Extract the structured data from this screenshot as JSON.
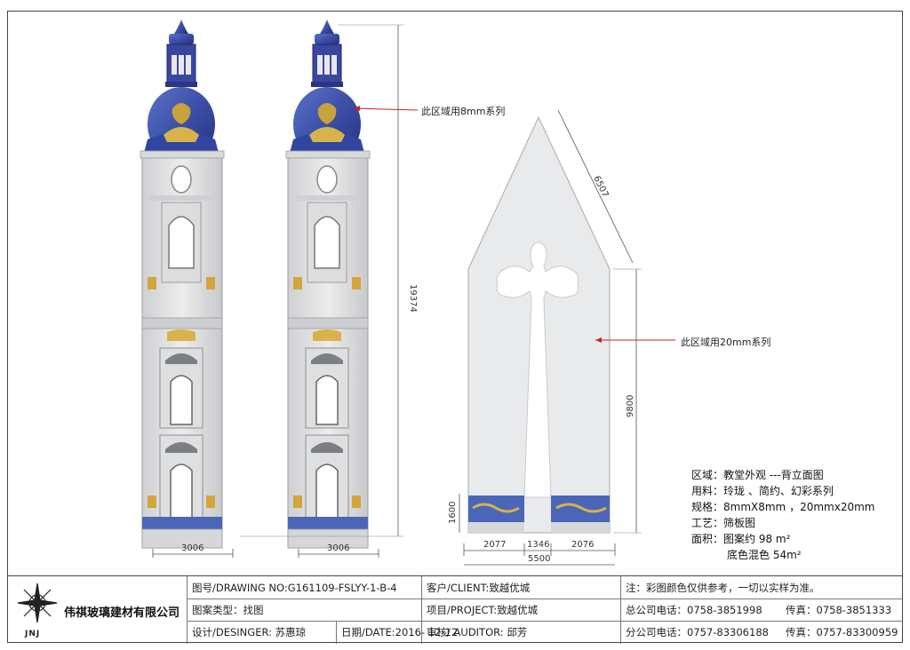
{
  "drawing": {
    "dim_tower_height": "19374",
    "dim_tower1_width": "3006",
    "dim_tower2_width": "3006",
    "dim_slope": "6507",
    "dim_gable_height": "9800",
    "dim_base_height": "1600",
    "dim_seg_left": "2077",
    "dim_seg_mid": "1346",
    "dim_seg_right": "2076",
    "dim_total_width": "5500",
    "note_8mm": "此区域用8mm系列",
    "note_20mm": "此区域用20mm系列",
    "colors": {
      "dome": "#3b4fa8",
      "dome_dark": "#26357a",
      "stone": "#e6e6e6",
      "gold": "#c9a33a",
      "panel": "#e9eaec",
      "base_band": "#4a66b8"
    }
  },
  "specs": {
    "area": "区域：教堂外观 ---背立面图",
    "material": "用料：玲珑 、简约、幻彩系列",
    "size": "规格：8mmX8mm ，20mmx20mm",
    "craft": "工艺：筛板图",
    "area_label": "面积：",
    "area_pattern": "图案约 98 m²",
    "area_base": "底色混色  54m²"
  },
  "titleblock": {
    "company": "伟祺玻璃建材有限公司",
    "logo_text": "JNJ",
    "drawing_no_label": "图号/DRAWING NO:",
    "drawing_no": "G161109-FSLYY-1-B-4",
    "client_label": "客户/CLIENT:",
    "client": "致越优城",
    "note": "注：彩图颜色仅供参考，一切以实样为准。",
    "pattern_type_label": "图案类型：",
    "pattern_type": "找图",
    "project_label": "项目/PROJECT:",
    "project": "致越优城",
    "hq_phone_label": "总公司电话：",
    "hq_phone": "0758-3851998",
    "hq_fax_label": "传真：",
    "hq_fax": "0758-3851333",
    "designer_label": "设计/DESINGER:",
    "designer": "苏惠琼",
    "date_label": "日期/DATE:",
    "date": "2016- 12-12",
    "auditor_label": "审核/ AUDITOR:",
    "auditor": "邱芳",
    "branch_phone_label": "分公司电话：",
    "branch_phone": "0757-83306188",
    "branch_fax_label": "传真：",
    "branch_fax": "0757-83300959"
  }
}
